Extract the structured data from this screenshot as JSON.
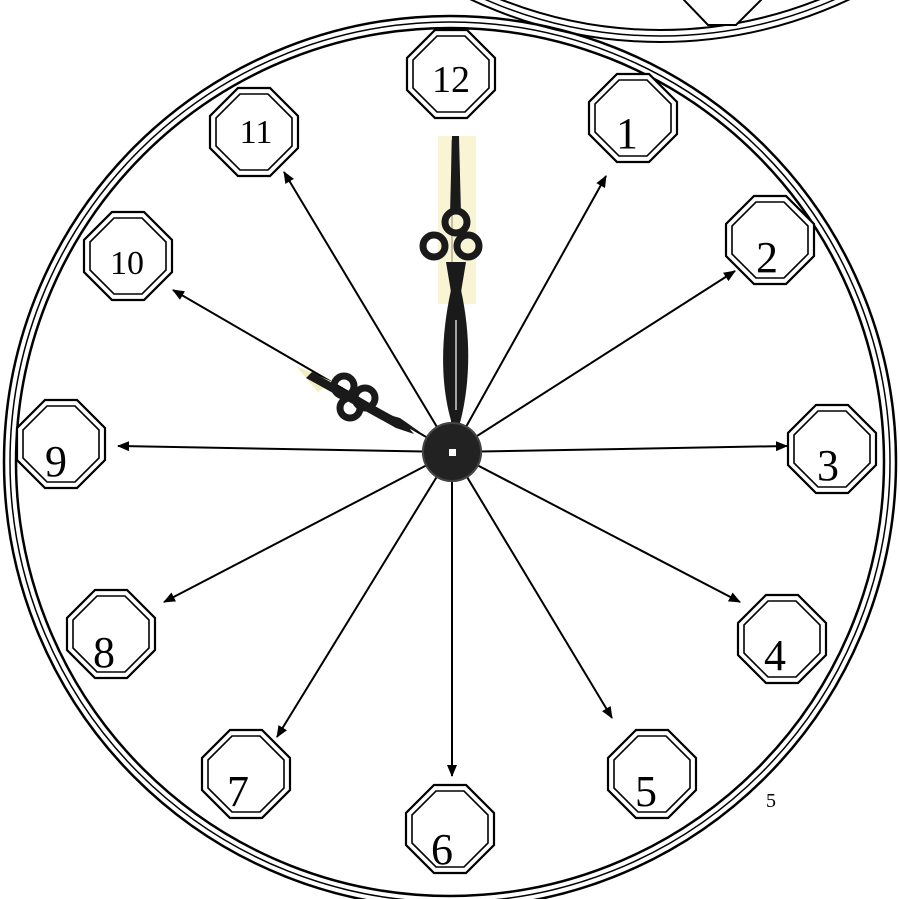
{
  "clock": {
    "numbers": [
      "12",
      "1",
      "2",
      "3",
      "4",
      "5",
      "6",
      "7",
      "8",
      "9",
      "10",
      "11"
    ],
    "hands_time": "10:00"
  },
  "slide_number": "5",
  "colors": {
    "ink": "#000000",
    "hand": "#1a1a1a",
    "hand_highlight": "#f3eec0",
    "background": "#ffffff"
  }
}
